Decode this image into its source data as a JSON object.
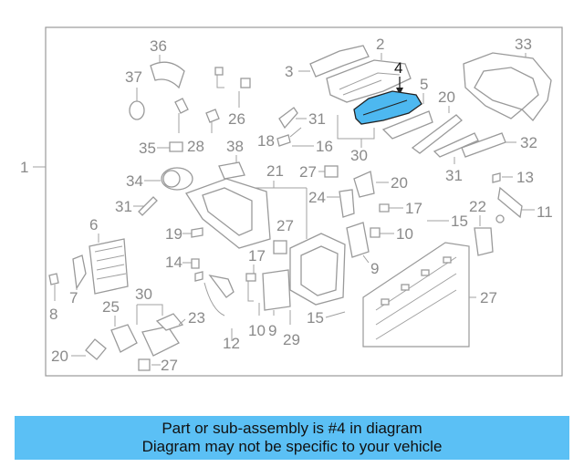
{
  "diagram": {
    "highlighted_part": "4",
    "highlight_color": "#4db8f0",
    "labels": {
      "p1": "1",
      "p2": "2",
      "p3": "3",
      "p4": "4",
      "p5": "5",
      "p6": "6",
      "p7": "7",
      "p8": "8",
      "p9a": "9",
      "p9b": "9",
      "p10a": "10",
      "p10b": "10",
      "p11": "11",
      "p12": "12",
      "p13": "13",
      "p14": "14",
      "p15a": "15",
      "p15b": "15",
      "p16": "16",
      "p17a": "17",
      "p17b": "17",
      "p18": "18",
      "p19": "19",
      "p20a": "20",
      "p20b": "20",
      "p20c": "20",
      "p21": "21",
      "p22": "22",
      "p23": "23",
      "p24": "24",
      "p25": "25",
      "p26": "26",
      "p27a": "27",
      "p27b": "27",
      "p27c": "27",
      "p27d": "27",
      "p28": "28",
      "p29": "29",
      "p30a": "30",
      "p30b": "30",
      "p31a": "31",
      "p31b": "31",
      "p31c": "31",
      "p32": "32",
      "p33": "33",
      "p34": "34",
      "p35": "35",
      "p36": "36",
      "p37": "37",
      "p38": "38"
    }
  },
  "banner": {
    "line1": "Part or sub-assembly is #4 in diagram",
    "line2": "Diagram may not be specific to your vehicle",
    "background": "#5bc0f5"
  }
}
